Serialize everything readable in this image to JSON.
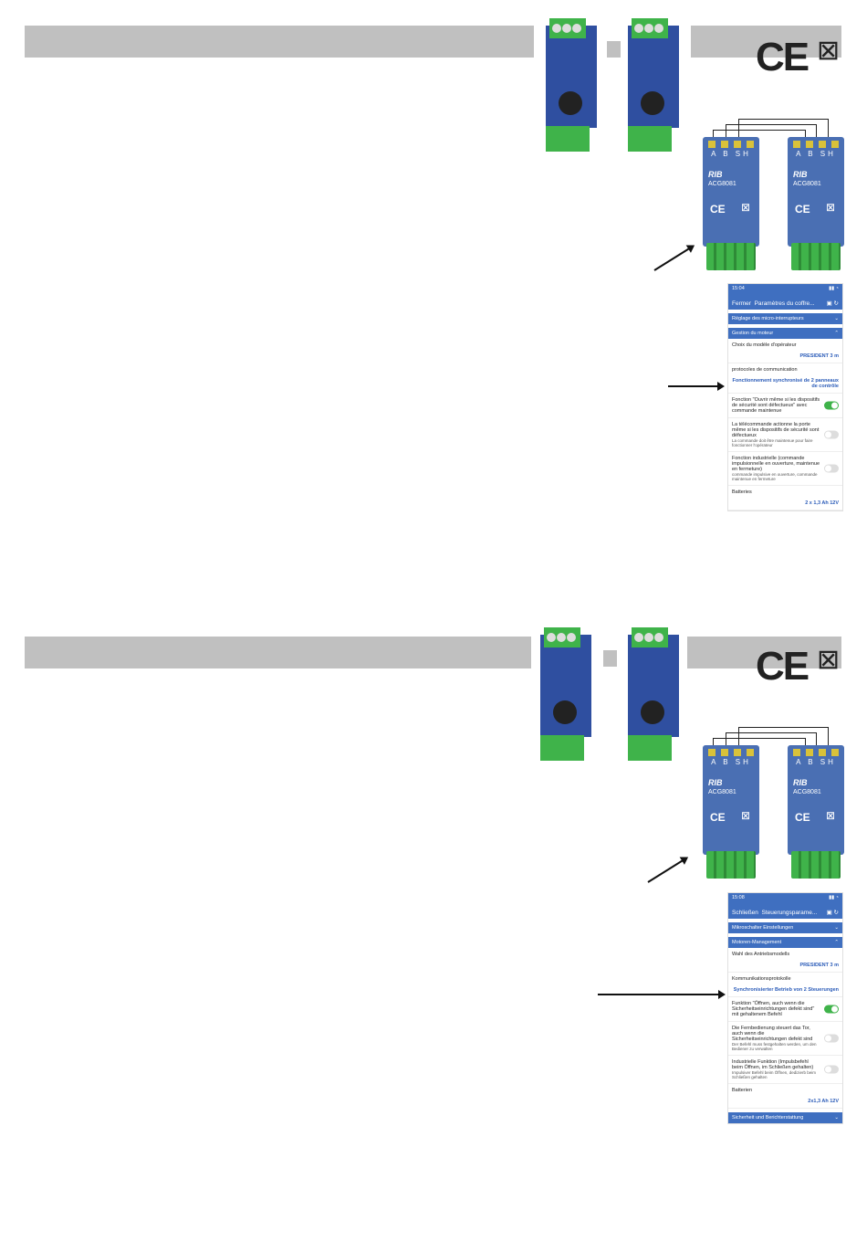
{
  "sections": [
    {
      "phone": {
        "status_time": "15:04",
        "title_left": "Fermer",
        "title_main": "Paramètres du coffre...",
        "sections": [
          {
            "label": "Réglage des micro-interrupteurs",
            "chevron": "down"
          },
          {
            "label": "Gestion du moteur",
            "chevron": "up"
          }
        ],
        "rows": [
          {
            "label": "Choix du modèle d'opérateur",
            "value": "PRESIDENT 3 m"
          },
          {
            "label": "protocoles de communication",
            "value": "Fonctionnement synchronisé de 2 panneaux de contrôle"
          },
          {
            "label": "Fonction \"Ouvrir même si les dispositifs de sécurité sont défectueux\" avec commande maintenue",
            "toggle": "on"
          },
          {
            "label": "La télécommande actionne la porte même si les dispositifs de sécurité sont défectueux",
            "sub": "La commande doit être maintenue pour faire fonctionner l'opérateur",
            "toggle": "off"
          },
          {
            "label": "Fonction industrielle (commande impulsionnelle en ouverture, maintenue en fermeture)",
            "sub": "commande impulsive en ouverture, commande maintenue en fermeture",
            "toggle": "off"
          },
          {
            "label": "Batteries",
            "value": "2 x 1,3 Ah 12V"
          }
        ]
      }
    },
    {
      "phone": {
        "status_time": "15:08",
        "title_left": "Schließen",
        "title_main": "Steuerungsparame...",
        "sections": [
          {
            "label": "Mikroschalter Einstellungen",
            "chevron": "down"
          },
          {
            "label": "Motoren-Management",
            "chevron": "up"
          }
        ],
        "rows": [
          {
            "label": "Wahl des Antriebsmodells",
            "value": "PRESIDENT 3 m"
          },
          {
            "label": "Kommunikationsprotokolle",
            "value": "Synchronisierter Betrieb von 2 Steuerungen"
          },
          {
            "label": "Funktion \"Öffnen, auch wenn die Sicherheitseinrichtungen defekt sind\" mit gehaltenem Befehl",
            "toggle": "on"
          },
          {
            "label": "Die Fernbedienung steuert das Tor, auch wenn die Sicherheitseinrichtungen defekt sind",
            "sub": "Der Befehl muss festgehalten werden, um den Bediener zu verwalten",
            "toggle": "off"
          },
          {
            "label": "Industrielle Funktion (Impulsbefehl beim Öffnen, im Schließen gehalten)",
            "sub": "Impulsiver Befehl beim Öffnen, dedizierb beim Schließen gehalten",
            "toggle": "off"
          },
          {
            "label": "Batterien",
            "value": "2x1,3 Ah 12V"
          }
        ],
        "footer_section": "Sicherheit und Berichterstattung"
      }
    }
  ],
  "module": {
    "pin_labels": "A  B  SH",
    "logo": "RIB",
    "model": "ACG8081",
    "ce": "CE",
    "weee": "⊠"
  },
  "ce_mark": "CE",
  "weee_mark": "⊠"
}
